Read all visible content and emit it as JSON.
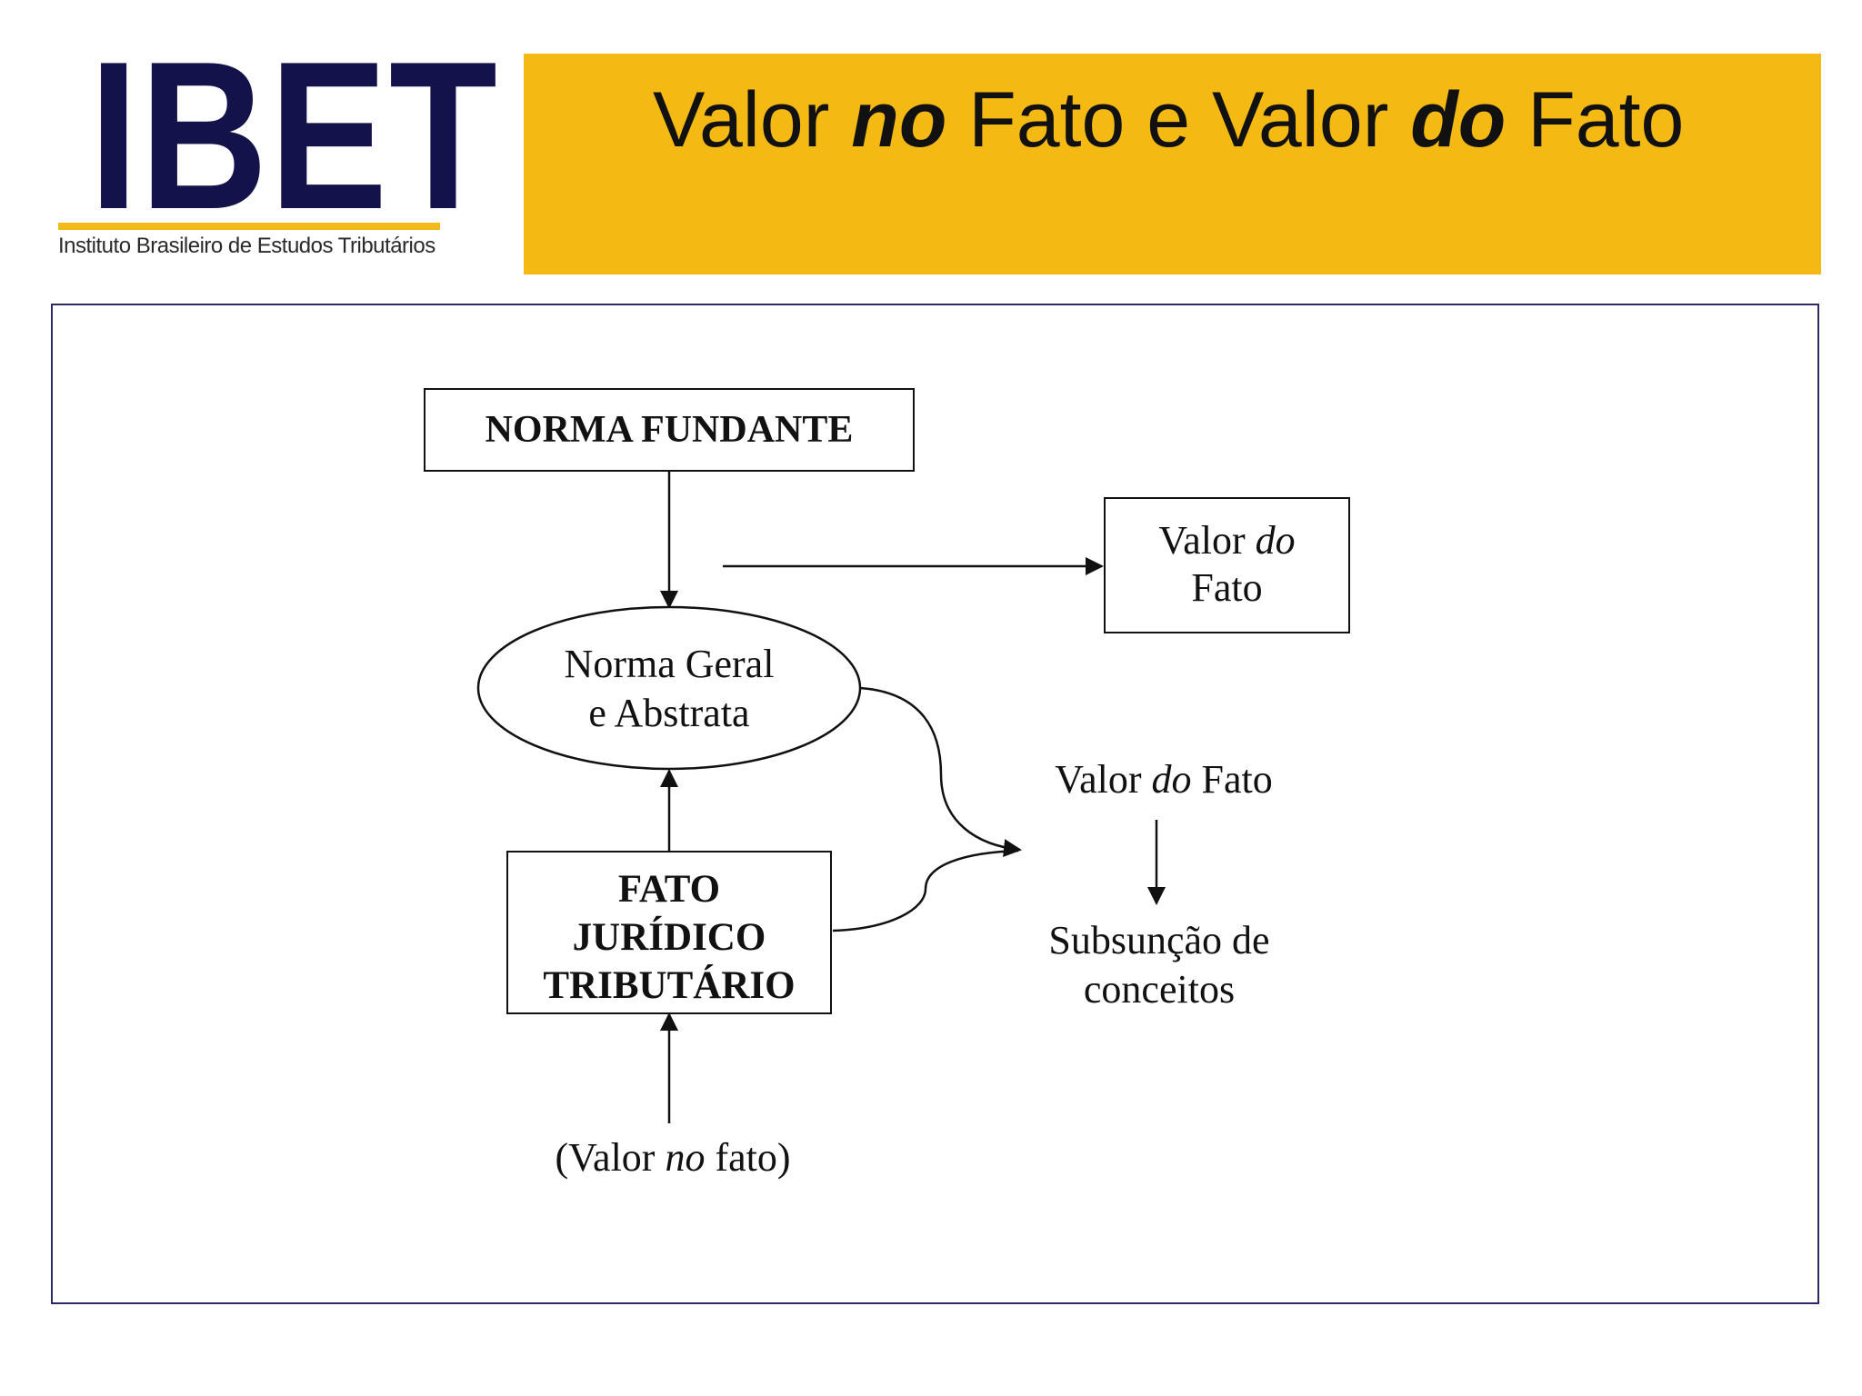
{
  "logo": {
    "letters": "IBET",
    "tagline": "Instituto Brasileiro de Estudos Tributários"
  },
  "header": {
    "title_part1": "Valor ",
    "title_em1": "no",
    "title_part2": " Fato e Valor ",
    "title_em2": "do",
    "title_part3": " Fato"
  },
  "diagram": {
    "norma_fundante": "NORMA FUNDANTE",
    "valor_do_fato_box": {
      "line1_prefix": "Valor ",
      "line1_italic": "do",
      "line2": "Fato"
    },
    "norma_geral": {
      "line1": "Norma Geral",
      "line2": "e Abstrata"
    },
    "fato_juridico": {
      "line1": "FATO",
      "line2": "JURÍDICO",
      "line3": "TRIBUTÁRIO"
    },
    "valor_do_fato_label": {
      "prefix": "Valor ",
      "italic": "do",
      "suffix": " Fato"
    },
    "subsuncao": {
      "line1": "Subsunção de",
      "line2": "conceitos"
    },
    "valor_no_fato": {
      "prefix": "(Valor ",
      "italic": "no",
      "suffix": " fato)"
    }
  },
  "colors": {
    "banner": "#f5b914",
    "logo_navy": "#14124a",
    "logo_rule": "#f2bb1a",
    "frame_border": "#2c2a66"
  }
}
